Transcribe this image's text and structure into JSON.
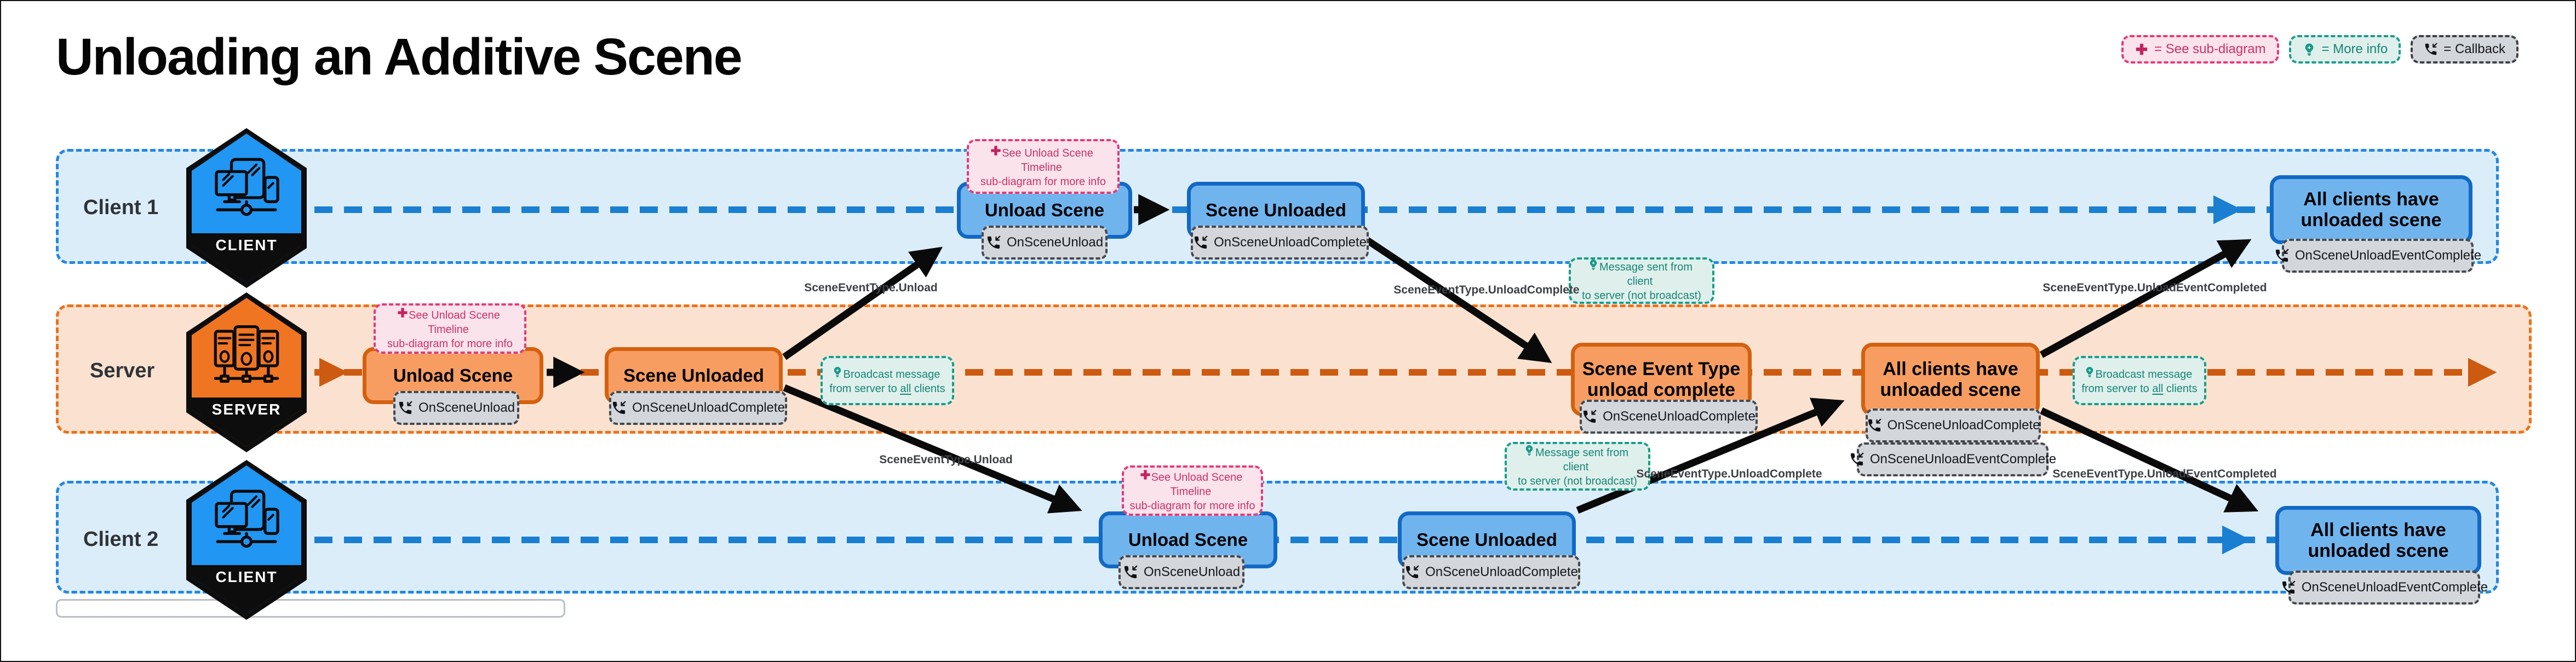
{
  "title": "Unloading an Additive Scene",
  "legend": {
    "sub_diagram": "= See sub-diagram",
    "more_info": "= More info",
    "callback": "= Callback"
  },
  "lanes": {
    "client1": {
      "label": "Client 1",
      "badge": "CLIENT"
    },
    "server": {
      "label": "Server",
      "badge": "SERVER"
    },
    "client2": {
      "label": "Client 2",
      "badge": "CLIENT"
    }
  },
  "nodes": {
    "unload_scene": "Unload Scene",
    "scene_unloaded": "Scene Unloaded",
    "scene_event_unload_complete": "Scene Event Type unload complete",
    "all_clients_unloaded": "All clients have unloaded scene"
  },
  "callbacks": {
    "on_scene_unload": "OnSceneUnload",
    "on_scene_unload_complete": "OnSceneUnloadComplete",
    "on_scene_unload_event_complete": "OnSceneUnloadEventComplete"
  },
  "notes": {
    "sub_diagram": {
      "line1": "See Unload Scene Timeline",
      "line2": "sub-diagram for more info"
    },
    "broadcast": {
      "line1": "Broadcast message",
      "line2_pre": "from server to ",
      "line2_underline": "all",
      "line2_post": " clients"
    },
    "client_msg": {
      "line1": "Message sent from client",
      "line2": "to server (not broadcast)"
    }
  },
  "edge_labels": {
    "unload": "SceneEventType.Unload",
    "unload_complete": "SceneEventType.UnloadComplete",
    "unload_event_completed": "SceneEventType.UnloadEventCompleted"
  },
  "colors": {
    "client_lane_bg": "#dcedfa",
    "client_lane_border": "#2287e0",
    "client_node_fill": "#70b4ee",
    "client_node_border": "#1269c4",
    "client_timeline": "#1a7fd0",
    "server_lane_bg": "#fbe2d0",
    "server_lane_border": "#e8721c",
    "server_node_fill": "#f79d61",
    "server_node_border": "#d4610f",
    "server_timeline": "#cc5a10",
    "callback_bg": "#d3d6da",
    "pink_accent": "#e23a78",
    "teal_accent": "#1a9c8c",
    "arrow_black": "#0a0a0a"
  }
}
